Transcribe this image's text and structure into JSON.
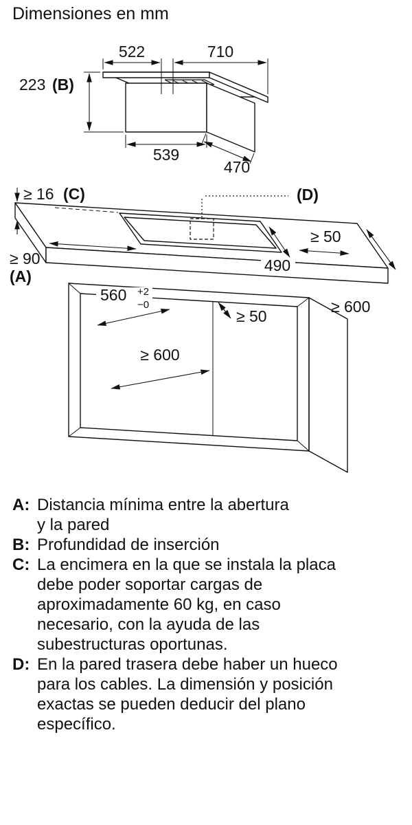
{
  "title": "Dimensiones en mm",
  "upper": {
    "width_top": "710",
    "depth_top": "522",
    "insert_depth": "223",
    "key_b": "(B)",
    "width_bottom": "539",
    "depth_bottom": "470"
  },
  "lower": {
    "worktop_thickness": "≥ 16",
    "key_c": "(C)",
    "key_d": "(D)",
    "side_clearance_right": "≥ 50",
    "wall_clearance": "≥ 90",
    "key_a": "(A)",
    "cutout_depth": "490",
    "cutout_width": "560",
    "cutout_width_sup": "+2",
    "cutout_width_sub": "−0",
    "front_clearance": "≥ 50",
    "worktop_depth": "≥ 600",
    "cabinet_width": "≥ 600"
  },
  "legend": [
    {
      "key": "A:",
      "lines": [
        "Distancia mínima entre la abertura",
        "y la pared"
      ]
    },
    {
      "key": "B:",
      "lines": [
        "Profundidad de inserción"
      ]
    },
    {
      "key": "C:",
      "lines": [
        "La encimera en la que se instala la placa",
        "debe poder soportar cargas de",
        "aproximadamente 60 kg, en caso",
        "necesario, con la ayuda de las",
        "subestructuras oportunas."
      ]
    },
    {
      "key": "D:",
      "lines": [
        "En la pared trasera debe haber un hueco",
        "para los cables. La dimensión y posición",
        "exactas se pueden deducir del plano",
        "específico."
      ]
    }
  ]
}
